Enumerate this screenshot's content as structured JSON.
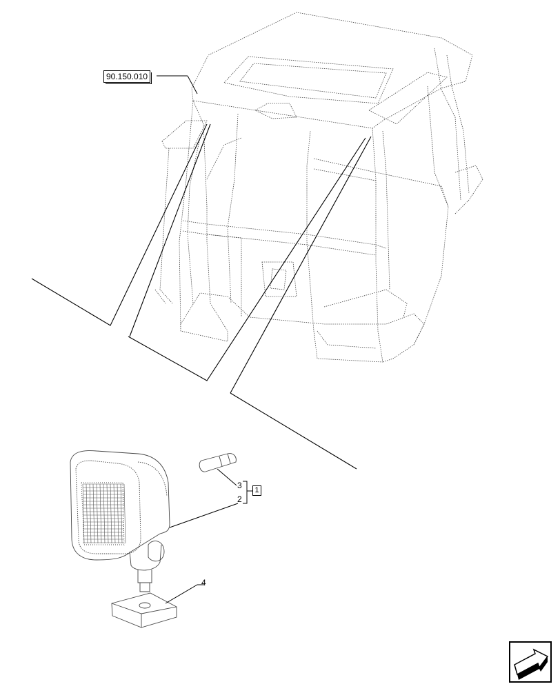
{
  "reference": {
    "code": "90.150.010"
  },
  "callouts": [
    {
      "id": "c3",
      "text": "3"
    },
    {
      "id": "c2",
      "text": "2"
    },
    {
      "id": "c4",
      "text": "4"
    }
  ],
  "kit_box": {
    "text": "1"
  },
  "nav": {
    "icon": "next-page-arrow-icon"
  }
}
